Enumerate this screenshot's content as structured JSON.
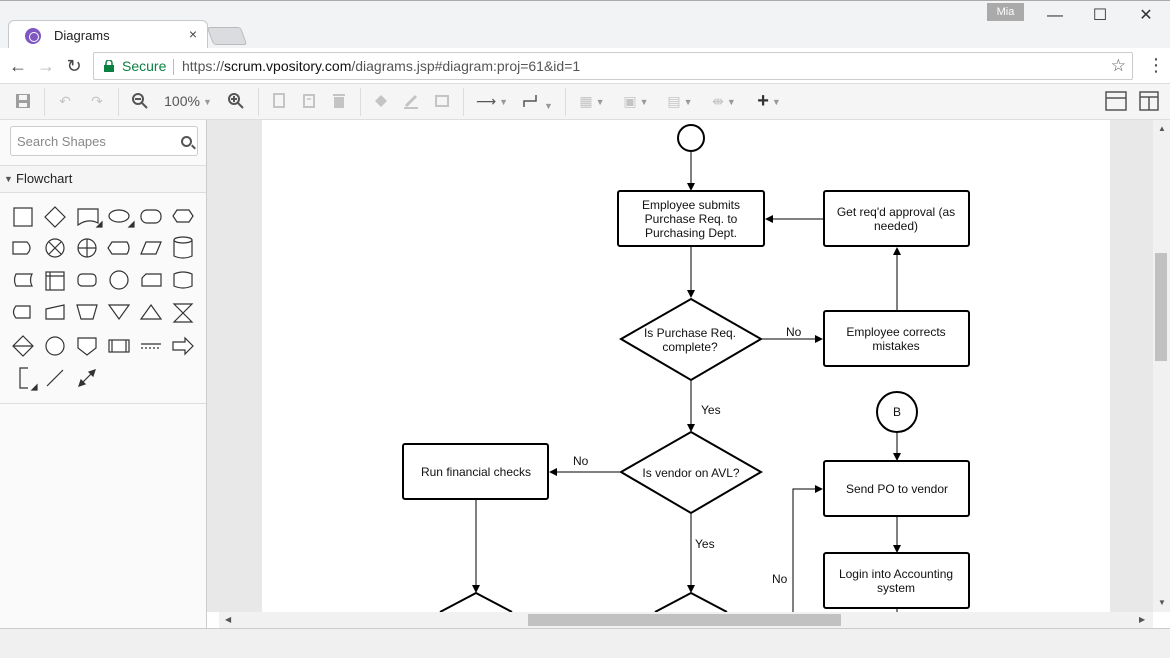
{
  "browser": {
    "tab_title": "Diagrams",
    "tab_close": "×",
    "user_badge": "Mia",
    "secure_label": "Secure",
    "url_scheme": "https://",
    "url_host": "scrum.vpository.com",
    "url_path": "/diagrams.jsp#diagram:proj=61&id=1",
    "minimize": "—",
    "maximize": "☐",
    "close": "✕"
  },
  "toolbar": {
    "zoom_level": "100%"
  },
  "sidebar": {
    "search_placeholder": "Search Shapes",
    "group_label": "Flowchart",
    "splitter": "⁞"
  },
  "diagram": {
    "nodes": {
      "employee_submits": [
        "Employee submits",
        "Purchase Req. to",
        "Purchasing Dept."
      ],
      "get_approval": [
        "Get req'd approval (as",
        "needed)"
      ],
      "is_complete": [
        "Is Purchase Req.",
        "complete?"
      ],
      "employee_corrects": [
        "Employee corrects",
        "mistakes"
      ],
      "connector_b": "B",
      "run_checks": "Run financial checks",
      "is_vendor_avl": "Is vendor on AVL?",
      "send_po": "Send PO to vendor",
      "login_accounting": [
        "Login into Accounting",
        "system"
      ]
    },
    "edge_labels": {
      "complete_no": "No",
      "complete_yes": "Yes",
      "vendor_no": "No",
      "vendor_yes": "Yes",
      "loop_no": "No"
    }
  }
}
